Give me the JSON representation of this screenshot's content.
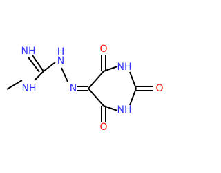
{
  "molecule": {
    "colors": {
      "bond": "#000000",
      "nitrogen": "#3333ff",
      "oxygen": "#ff0d0d",
      "background": "#ffffff"
    },
    "atoms": {
      "imine_nh": {
        "text": "NH",
        "element": "N"
      },
      "amine_nh": {
        "text": "NH",
        "element": "N"
      },
      "hydrazone_nh": {
        "text": "N",
        "sub": "H",
        "element": "N"
      },
      "azo_n": {
        "text": "N",
        "element": "N"
      },
      "ring_nh_top": {
        "text": "NH",
        "element": "N"
      },
      "ring_nh_bottom": {
        "text": "NH",
        "element": "N"
      },
      "o_top": {
        "text": "O",
        "element": "O"
      },
      "o_right": {
        "text": "O",
        "element": "O"
      },
      "o_bottom": {
        "text": "O",
        "element": "O"
      }
    }
  }
}
